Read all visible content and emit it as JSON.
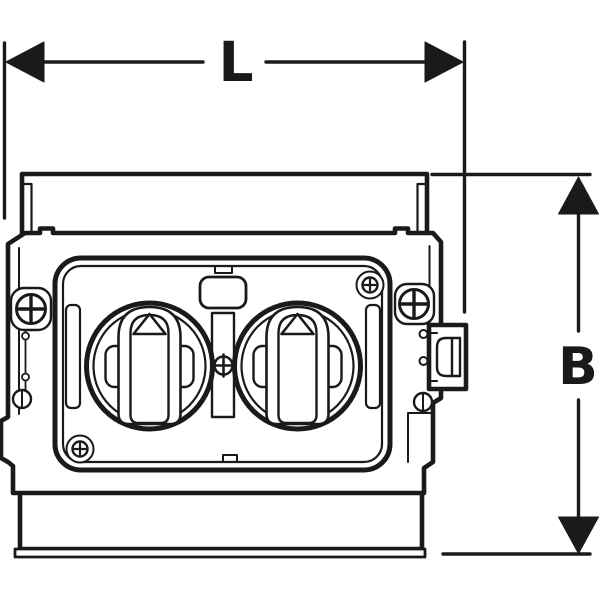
{
  "figure": {
    "type": "technical-dimension-drawing",
    "background_color": "#ffffff",
    "line_color": "#1a1a1c",
    "dimensions": {
      "horizontal": {
        "label": "L"
      },
      "vertical": {
        "label": "B"
      }
    },
    "component": {
      "view": "front",
      "visible_parts": [
        "top-duct-flange",
        "housing-body",
        "mounting-plate",
        "left-dial-with-triangle-marker",
        "right-dial-with-triangle-marker",
        "center-screw",
        "corner-cross-screws",
        "right-side-clip-tab",
        "bottom-duct-flange"
      ]
    }
  }
}
